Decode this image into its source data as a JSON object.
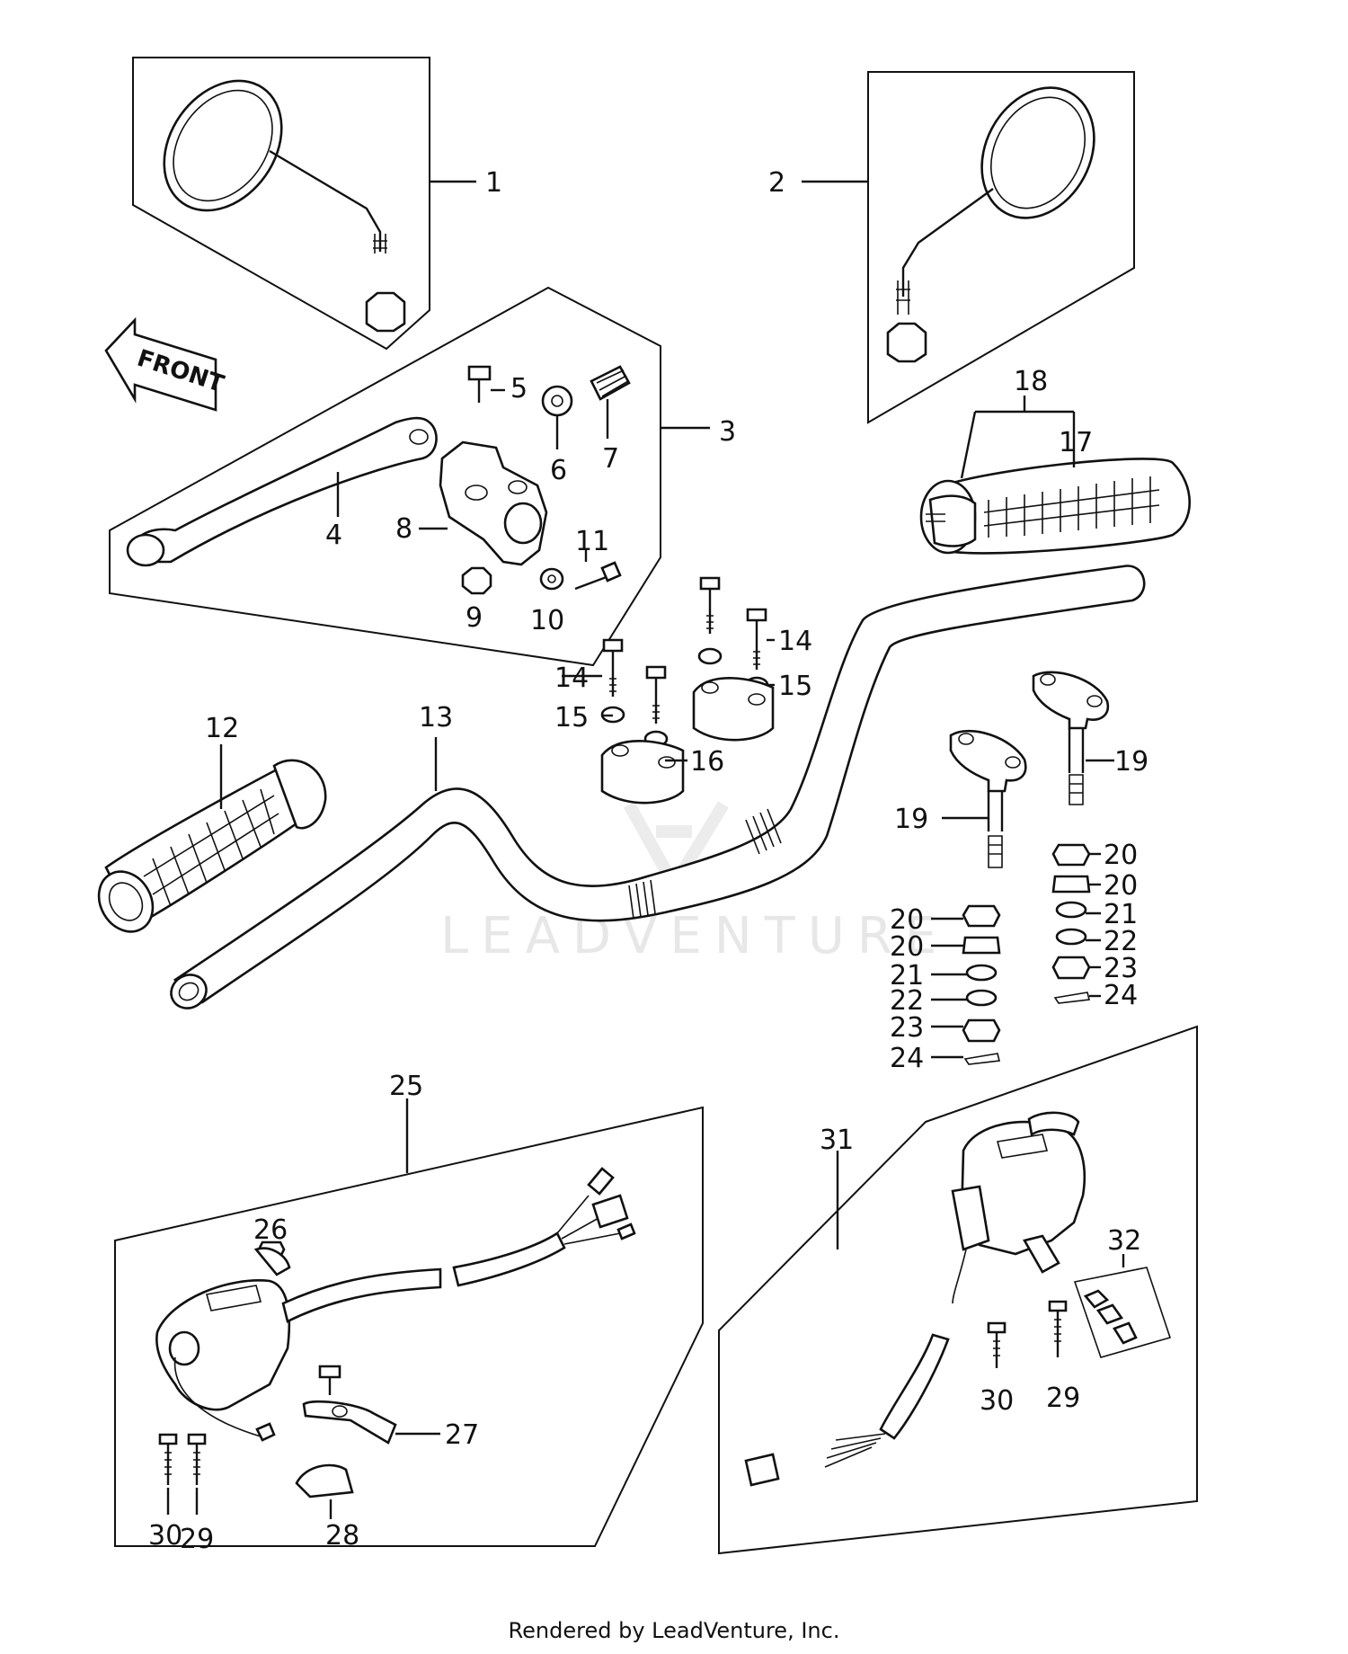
{
  "watermark": "LEADVENTURE",
  "front_arrow": "FRONT",
  "footer": "Rendered by LeadVenture, Inc.",
  "callouts": [
    {
      "id": "c1",
      "text": "1"
    },
    {
      "id": "c2",
      "text": "2"
    },
    {
      "id": "c3",
      "text": "3"
    },
    {
      "id": "c4",
      "text": "4"
    },
    {
      "id": "c5",
      "text": "5"
    },
    {
      "id": "c6",
      "text": "6"
    },
    {
      "id": "c7",
      "text": "7"
    },
    {
      "id": "c8",
      "text": "8"
    },
    {
      "id": "c9",
      "text": "9"
    },
    {
      "id": "c10",
      "text": "10"
    },
    {
      "id": "c11",
      "text": "11"
    },
    {
      "id": "c12",
      "text": "12"
    },
    {
      "id": "c13",
      "text": "13"
    },
    {
      "id": "c14a",
      "text": "14"
    },
    {
      "id": "c14b",
      "text": "14"
    },
    {
      "id": "c15a",
      "text": "15"
    },
    {
      "id": "c15b",
      "text": "15"
    },
    {
      "id": "c16",
      "text": "16"
    },
    {
      "id": "c17",
      "text": "17"
    },
    {
      "id": "c18",
      "text": "18"
    },
    {
      "id": "c19a",
      "text": "19"
    },
    {
      "id": "c19b",
      "text": "19"
    },
    {
      "id": "c20a",
      "text": "20"
    },
    {
      "id": "c20b",
      "text": "20"
    },
    {
      "id": "c20c",
      "text": "20"
    },
    {
      "id": "c20d",
      "text": "20"
    },
    {
      "id": "c21a",
      "text": "21"
    },
    {
      "id": "c21b",
      "text": "21"
    },
    {
      "id": "c22a",
      "text": "22"
    },
    {
      "id": "c22b",
      "text": "22"
    },
    {
      "id": "c23a",
      "text": "23"
    },
    {
      "id": "c23b",
      "text": "23"
    },
    {
      "id": "c24a",
      "text": "24"
    },
    {
      "id": "c24b",
      "text": "24"
    },
    {
      "id": "c25",
      "text": "25"
    },
    {
      "id": "c26",
      "text": "26"
    },
    {
      "id": "c27",
      "text": "27"
    },
    {
      "id": "c28",
      "text": "28"
    },
    {
      "id": "c29a",
      "text": "29"
    },
    {
      "id": "c29b",
      "text": "29"
    },
    {
      "id": "c30a",
      "text": "30"
    },
    {
      "id": "c30b",
      "text": "30"
    },
    {
      "id": "c31",
      "text": "31"
    },
    {
      "id": "c32",
      "text": "32"
    }
  ]
}
